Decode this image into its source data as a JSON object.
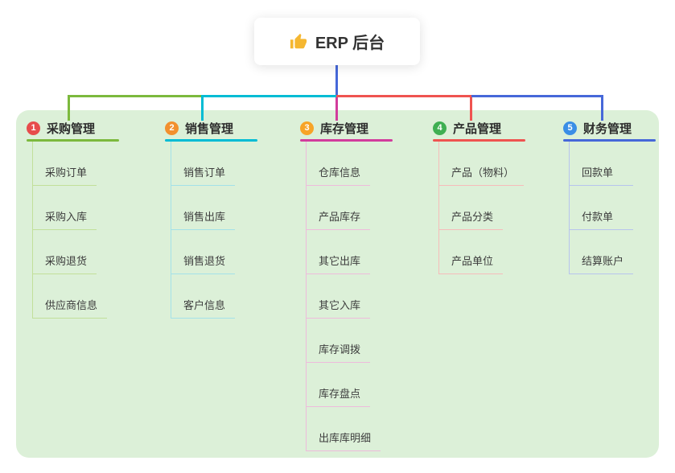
{
  "root": {
    "label": "ERP 后台",
    "icon": "thumbs-up-icon"
  },
  "branches": [
    {
      "index": "1",
      "title": "采购管理",
      "color": "#7cb93d",
      "badge_color": "#e74c4c",
      "children": [
        "采购订单",
        "采购入库",
        "采购退货",
        "供应商信息"
      ]
    },
    {
      "index": "2",
      "title": "销售管理",
      "color": "#00bcd4",
      "badge_color": "#f2902e",
      "children": [
        "销售订单",
        "销售出库",
        "销售退货",
        "客户信息"
      ]
    },
    {
      "index": "3",
      "title": "库存管理",
      "color": "#d23c9c",
      "badge_color": "#f7a427",
      "children": [
        "仓库信息",
        "产品库存",
        "其它出库",
        "其它入库",
        "库存调拨",
        "库存盘点",
        "出库库明细"
      ]
    },
    {
      "index": "4",
      "title": "产品管理",
      "color": "#ef5350",
      "badge_color": "#3faf52",
      "children": [
        "产品（物料）",
        "产品分类",
        "产品单位"
      ]
    },
    {
      "index": "5",
      "title": "财务管理",
      "color": "#4668d9",
      "badge_color": "#3a8ee6",
      "children": [
        "回款单",
        "付款单",
        "结算账户"
      ]
    }
  ],
  "colors": {
    "panel_background": "#dcf0d8",
    "root_connector": "#4668d9",
    "thumbs_up": "#f5b731"
  }
}
